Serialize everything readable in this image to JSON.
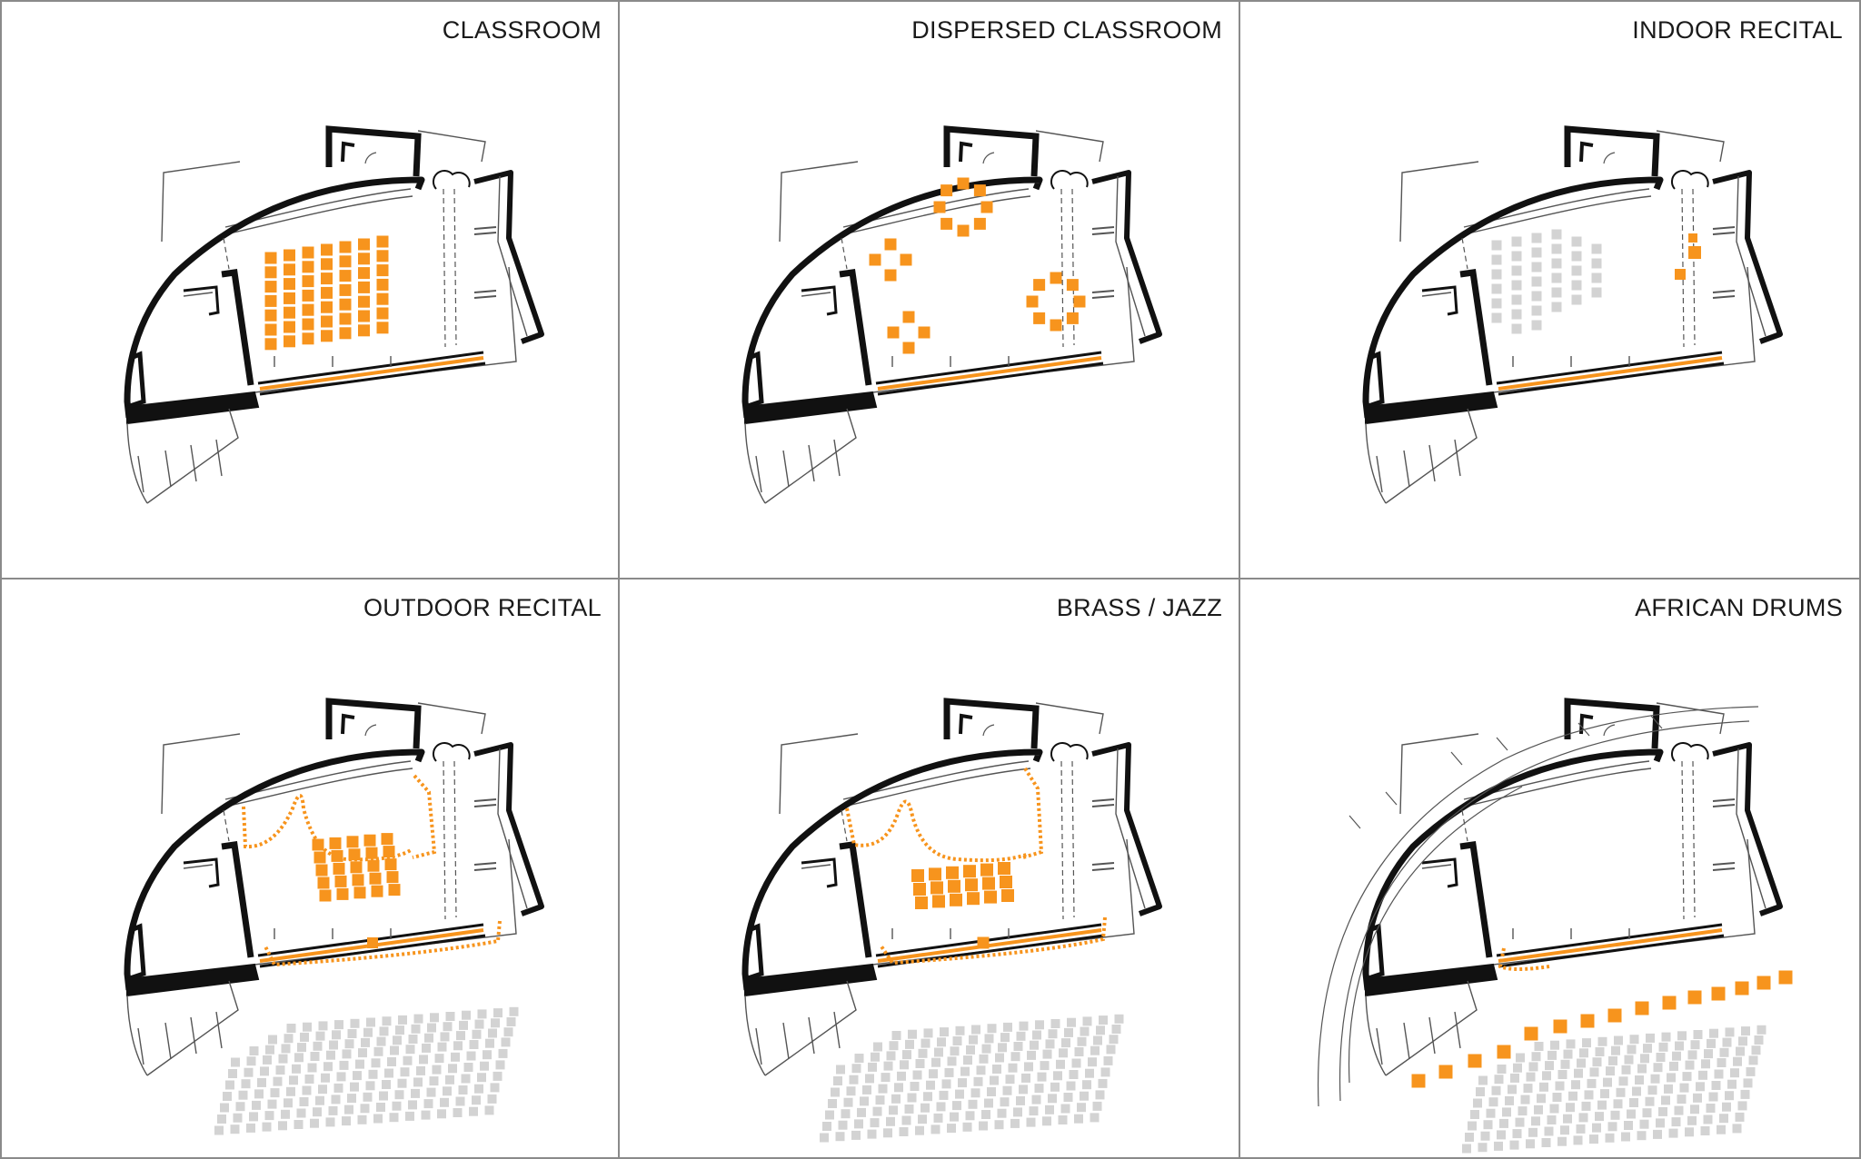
{
  "colors": {
    "accent": "#f7941d",
    "wall": "#111111",
    "line": "#555555",
    "seat_grey": "#d3d3d3",
    "frame": "#8a8a8a"
  },
  "panels": [
    {
      "id": "classroom",
      "title": "CLASSROOM"
    },
    {
      "id": "dispersed-classroom",
      "title": "DISPERSED CLASSROOM"
    },
    {
      "id": "indoor-recital",
      "title": "INDOOR RECITAL"
    },
    {
      "id": "outdoor-recital",
      "title": "OUTDOOR RECITAL"
    },
    {
      "id": "brass-jazz",
      "title": "BRASS / JAZZ"
    },
    {
      "id": "african-drums",
      "title": "AFRICAN DRUMS"
    }
  ]
}
